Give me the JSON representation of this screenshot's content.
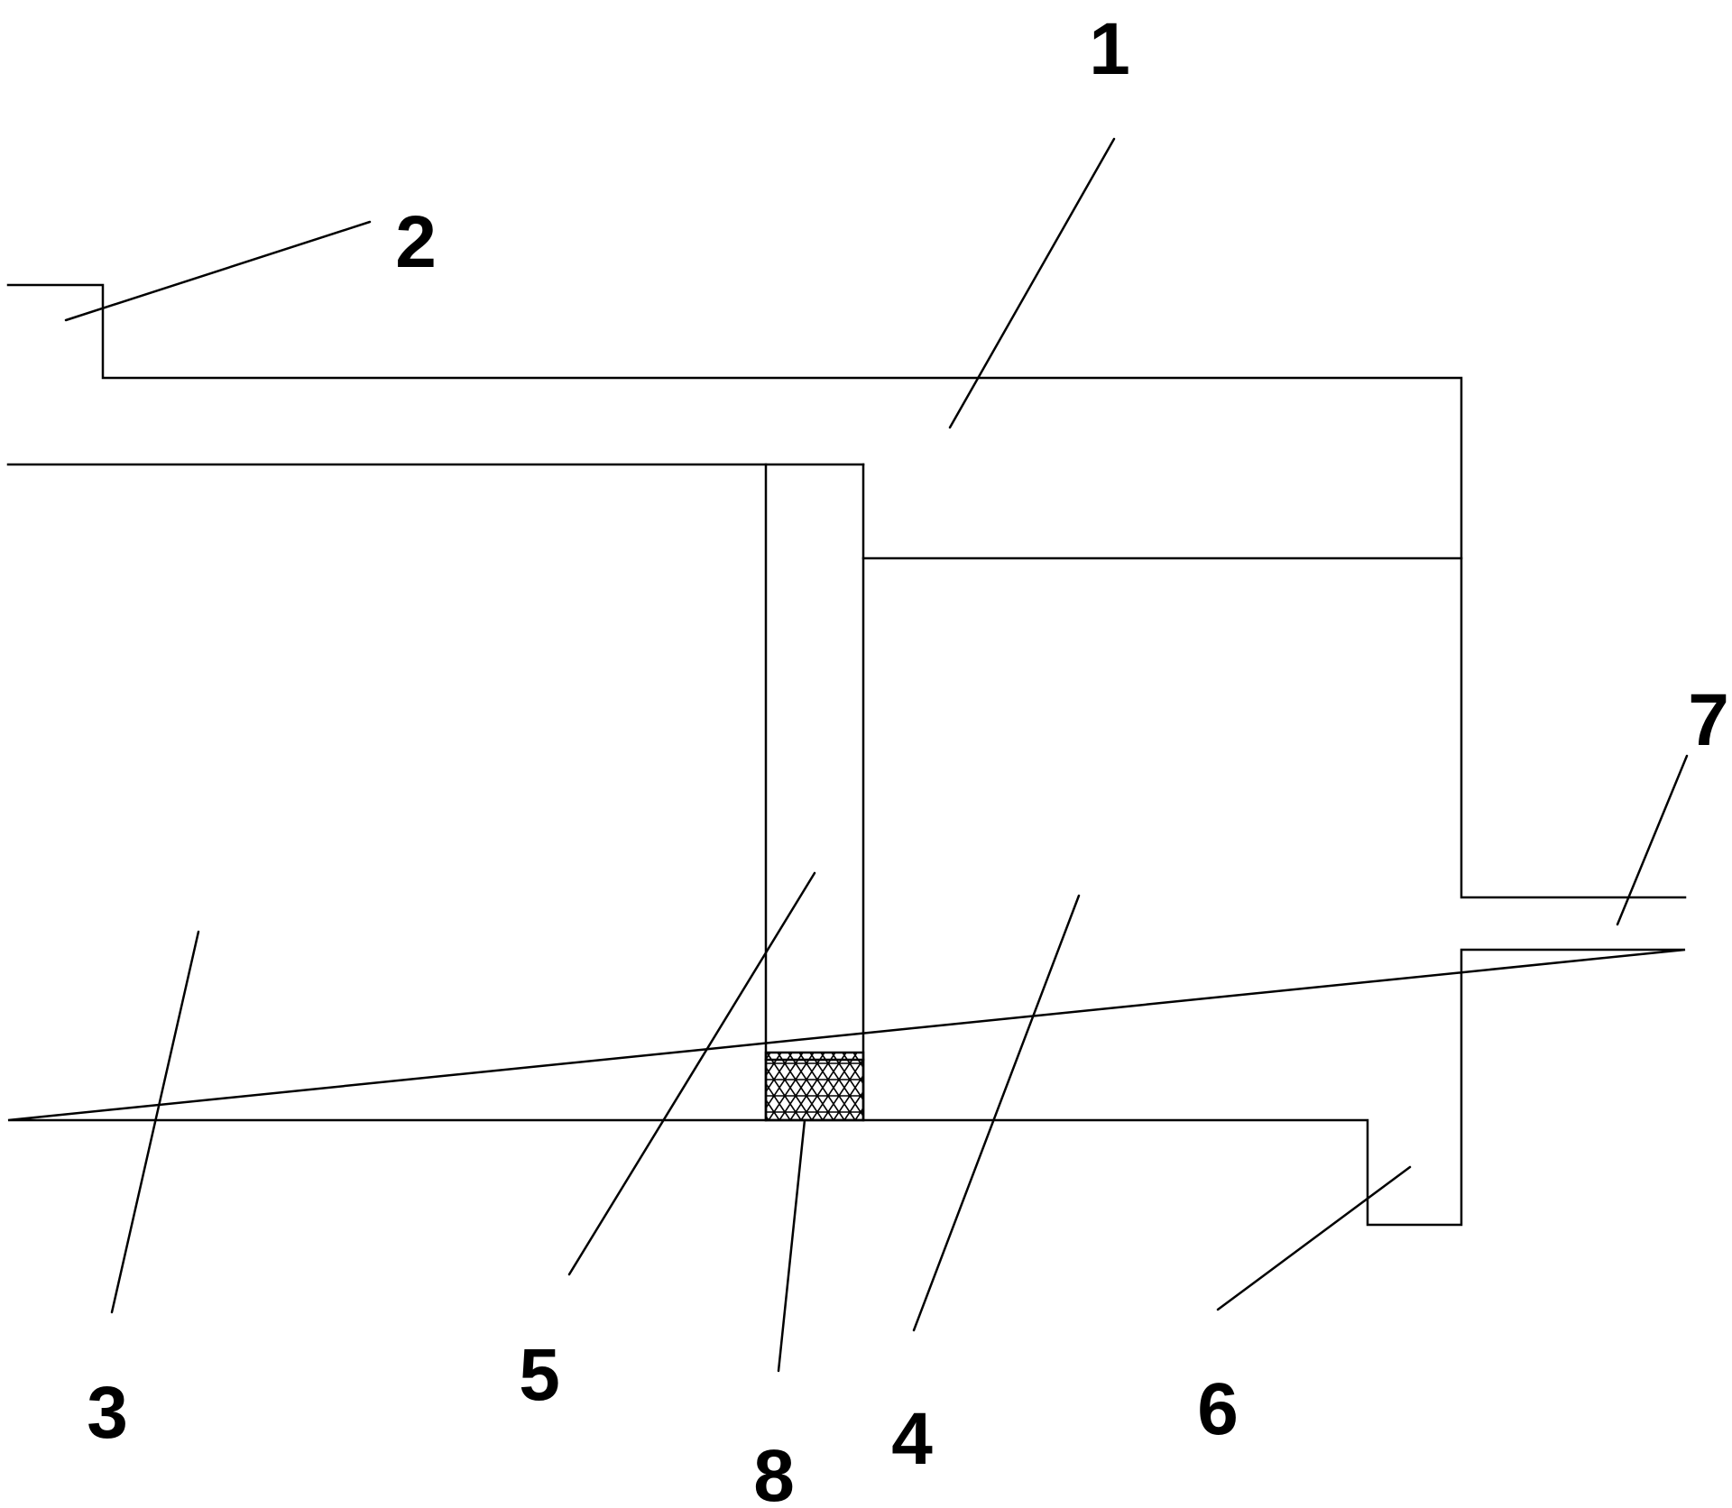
{
  "labels": {
    "part1": "1",
    "part2": "2",
    "part3": "3",
    "part4": "4",
    "part5": "5",
    "part6": "6",
    "part7": "7",
    "part8": "8"
  }
}
